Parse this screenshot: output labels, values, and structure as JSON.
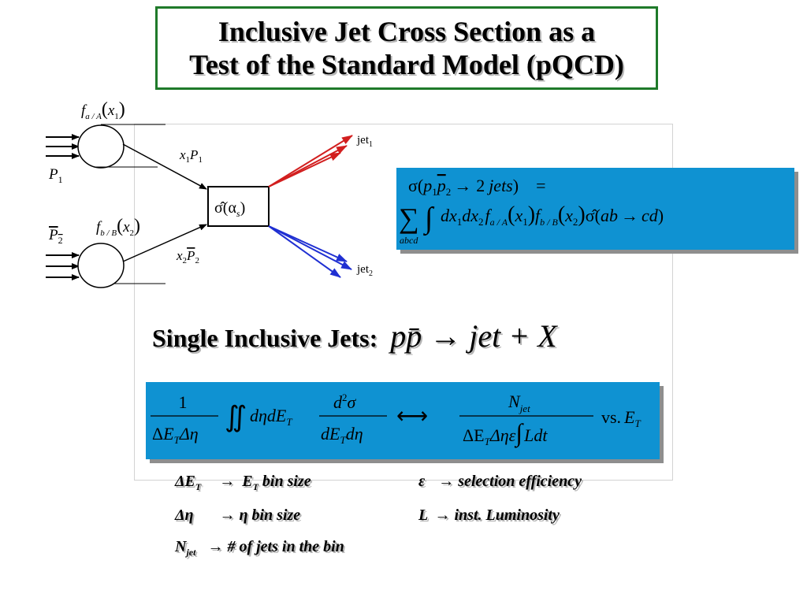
{
  "title": {
    "line1": "Inclusive Jet Cross Section as a",
    "line2": "Test of the Standard Model (pQCD)"
  },
  "diagram": {
    "pdf_a": "f",
    "pdf_a_sub": "a / A",
    "pdf_a_arg": "x",
    "pdf_a_arg_sub": "1",
    "pdf_b": "f",
    "pdf_b_sub": "b / B",
    "pdf_b_arg": "x",
    "pdf_b_arg_sub": "2",
    "p1": "P",
    "p1_sub": "1",
    "p2": "P",
    "p2_sub": "2",
    "x1p1": "x",
    "x1p1_sub": "1",
    "x1p1_p": "P",
    "x1p1_psub": "1",
    "x2p2": "x",
    "x2p2_sub": "2",
    "x2p2_p": "P",
    "x2p2_psub": "2",
    "hard": "σ̂(α",
    "hard_sub": "s",
    "hard_close": ")",
    "jet1": "jet",
    "jet1_sub": "1",
    "jet2": "jet",
    "jet2_sub": "2",
    "colors": {
      "jet1_arrows": "#d21f1f",
      "jet2_arrows": "#1f2fd2"
    }
  },
  "eq1": {
    "lhs": "σ(",
    "p1": "p",
    "p1_sub": "1",
    "p2": "p",
    "p2_sub": "2",
    "arrow": "→",
    "two": "2",
    "jets": "jets",
    "close": ")",
    "equals": "=",
    "sum": "∑",
    "sum_sub": "abcd",
    "integral": "∫",
    "dx1": "dx",
    "dx1_sub": "1",
    "dx2": "dx",
    "dx2_sub": "2",
    "fa": "f",
    "fa_sub": "a / A",
    "x1": "x",
    "x1_sub": "1",
    "fb": "f",
    "fb_sub": "b / B",
    "x2": "x",
    "x2_sub": "2",
    "sigma_hat": "σ̂(",
    "ab": "ab",
    "cd": "cd",
    "close2": ")",
    "color": "#0f92d2"
  },
  "single": {
    "label": "Single Inclusive Jets:",
    "formula": "pp̄ → jet + X"
  },
  "eq2": {
    "num1": "1",
    "den1_delta": "Δ",
    "den1_E": "E",
    "den1_T": "T",
    "den1_eta": "Δη",
    "integrals": "∬",
    "d": "d",
    "eta": "η",
    "dE": "dE",
    "T": "T",
    "d2": "d",
    "sq": "2",
    "sigma": "σ",
    "den2_dE": "dE",
    "den2_T": "T",
    "den2_deta": "dη",
    "long_arrow": "⟷",
    "num3": "N",
    "num3_sub": "jet",
    "den3_delta": "ΔE",
    "den3_T": "T",
    "den3_rest": "Δηε",
    "den3_int": "∫",
    "den3_L": "Ldt",
    "vs": "vs.",
    "ET": "E",
    "ET_sub": "T"
  },
  "legend": {
    "l1_sym": "ΔE",
    "l1_sub": "T",
    "l1_arrow": "→",
    "l1_text": "E",
    "l1_text_sub": "T",
    "l1_text2": "bin size",
    "l2_sym": "Δη",
    "l2_arrow": "→",
    "l2_text": "η bin size",
    "l3_sym": "N",
    "l3_sub": "jet",
    "l3_arrow": "→",
    "l3_text": "# of  jets in the bin",
    "r1_sym": "ε",
    "r1_arrow": "→",
    "r1_text": "selection efficiency",
    "r2_sym": "L",
    "r2_arrow": "→",
    "r2_text": "inst. Luminosity"
  }
}
